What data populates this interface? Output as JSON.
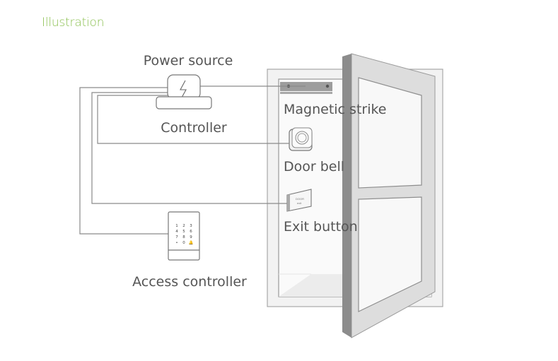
{
  "heading": "Illustration",
  "labels": {
    "power_source": "Power source",
    "controller": "Controller",
    "magnetic_strike": "Magnetic strike",
    "door_bell": "Door bell",
    "exit_button": "Exit button",
    "access_controller": "Access controller"
  },
  "keypad": [
    "1",
    "2",
    "3",
    "4",
    "5",
    "6",
    "7",
    "8",
    "9",
    "•",
    "0",
    "🔔"
  ],
  "colors": {
    "heading": "#8cc152",
    "line": "#888888",
    "label": "#555555",
    "frame": "#f0f0f0",
    "door_face": "#dcdcdc",
    "door_edge": "#8c8c8c",
    "strike": "#9a9a9a"
  }
}
